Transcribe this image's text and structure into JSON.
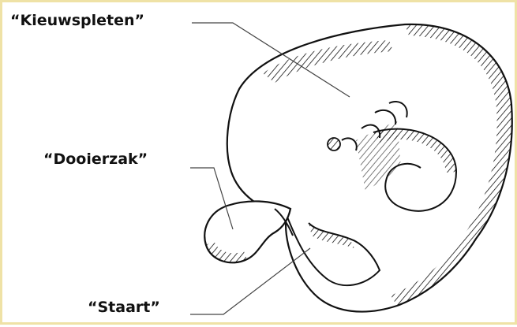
{
  "labels": {
    "gill_slits": "“Kieuwspleten”",
    "yolk_sac": "“Dooierzak”",
    "tail": "“Staart”"
  },
  "colors": {
    "frame_border": "#efe2a6",
    "ink": "#111111",
    "background": "#ffffff"
  }
}
